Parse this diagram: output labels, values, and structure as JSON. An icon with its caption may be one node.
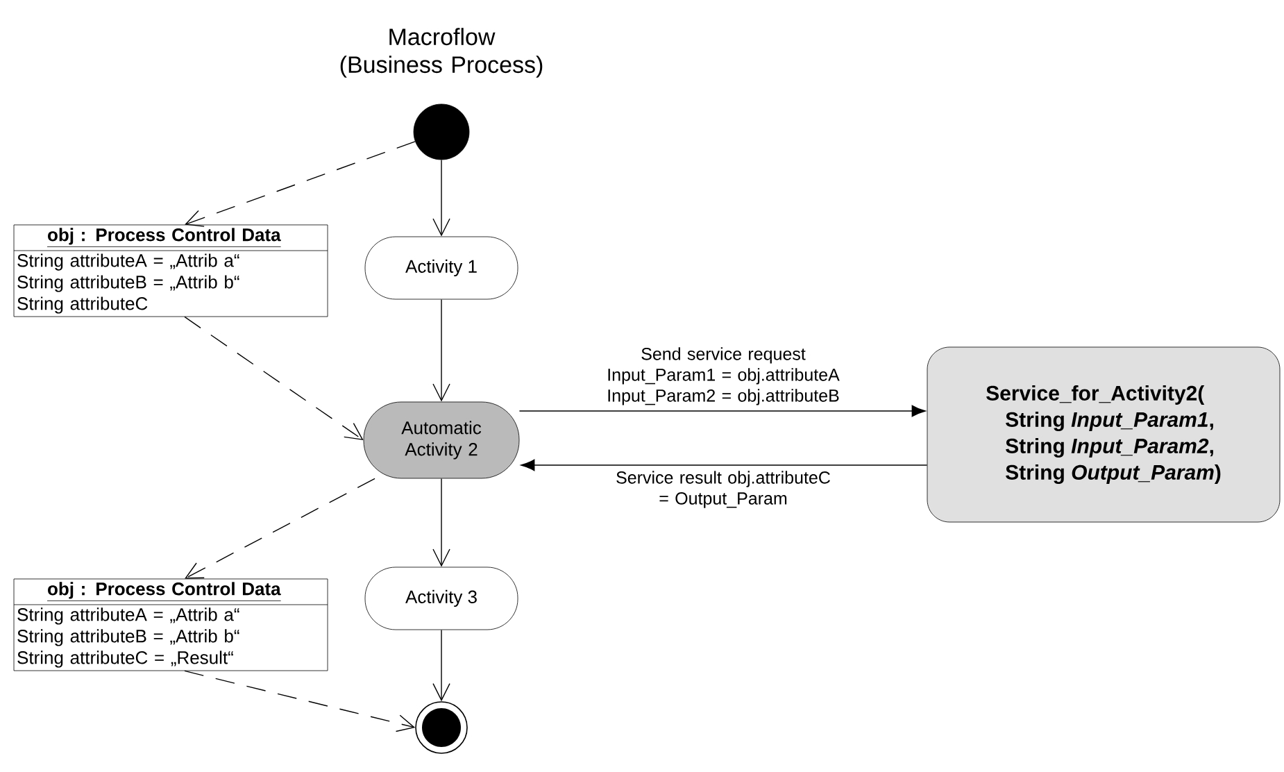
{
  "diagram": {
    "title": "Macroflow (Business Process)",
    "nodes": [
      {
        "text": [],
        "shape": "circle"
      },
      {
        "text": [
          "obj : Process Control Data",
          "String attributeA = „Attrib a“",
          "String attributeB = „Attrib b“",
          "String attributeC"
        ]
      },
      {
        "text": [
          "Activity 1"
        ]
      },
      {
        "text": [
          "Automatic Activity 2"
        ]
      },
      {
        "text": [
          "Service_for_Activity2(",
          "String *Input_Param1*,",
          "String *Input_Param2*,",
          "String *Output_Param*)"
        ]
      },
      {
        "text": [
          "obj : Process Control Data",
          "String attributeA = „Attrib a“",
          "String attributeB = „Attrib b“",
          "String attributeC = „Result“"
        ]
      },
      {
        "text": [
          "Activity 3"
        ]
      },
      {
        "text": [],
        "shape": "circle"
      }
    ],
    "edges": [
      {
        "from": 0,
        "to": 1,
        "arrow": "to",
        "style": "dashed"
      },
      {
        "from": 0,
        "to": 2,
        "arrow": "to"
      },
      {
        "from": 1,
        "to": 3,
        "arrow": "to",
        "style": "dashed"
      },
      {
        "from": 2,
        "to": 3,
        "arrow": "to"
      },
      {
        "from": 3,
        "to": 4,
        "arrow": "to",
        "label": "Send service request Input_Param1 = obj.attributeA Input_Param2 = obj.attributeB"
      },
      {
        "from": 4,
        "to": 3,
        "arrow": "to",
        "label": "Service result obj.attributeC = Output_Param"
      },
      {
        "from": 3,
        "to": 5,
        "arrow": "to",
        "style": "dashed"
      },
      {
        "from": 3,
        "to": 6,
        "arrow": "to"
      },
      {
        "from": 6,
        "to": 7,
        "arrow": "to"
      },
      {
        "from": 5,
        "to": 7,
        "arrow": "to",
        "style": "dashed"
      }
    ]
  }
}
